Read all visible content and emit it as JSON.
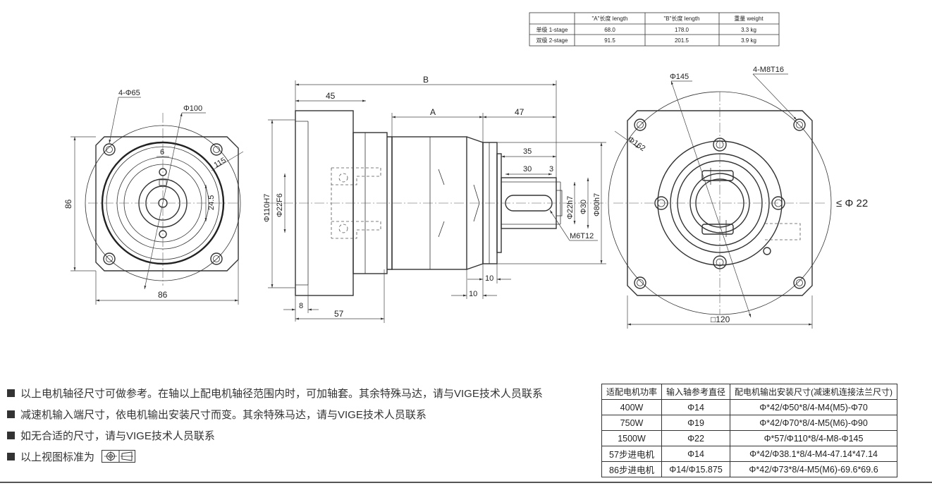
{
  "spec_table": {
    "headers": [
      "",
      "\"A\"长度 length",
      "\"B\"长度  length",
      "重量 weight"
    ],
    "rows": [
      [
        "单级 1-stage",
        "68.0",
        "178.0",
        "3.3 kg"
      ],
      [
        "双级 2-stage",
        "91.5",
        "201.5",
        "3.9 kg"
      ]
    ]
  },
  "left_view": {
    "hole_callout": "4-Φ65",
    "bore_dia": "Φ100",
    "key_width": "6",
    "pcd": "115",
    "shaft_height": "24.5",
    "height": "86",
    "width": "86"
  },
  "side_view": {
    "total_length": "B",
    "flange_length": "45",
    "body_length": "A",
    "shaft_length": "47",
    "key_length": "35",
    "key_slot_length": "30",
    "shaft_step": "3",
    "input_fit": "Φ110H7",
    "input_shaft": "Φ22F6",
    "output_shaft": "Φ22h7",
    "shoulder_dia": "Φ30",
    "pilot_dia": "Φ80h7",
    "center_thread": "M6T12",
    "pilot_len": "10",
    "flange_thick": "10",
    "rear_step": "8",
    "rear_len": "57"
  },
  "right_view": {
    "bolt_circle": "Φ145",
    "thread_callout": "4-M8T16",
    "diag": "Φ162",
    "input_max": "≤ Φ 22",
    "square": "□120"
  },
  "notes": [
    "以上电机轴径尺寸可做参考。在轴以上配电机轴径范围内时，可加轴套。其余特殊马达，请与VIGE技术人员联系",
    "减速机输入端尺寸，依电机输出安装尺寸而变。其余特殊马达，请与VIGE技术人员联系",
    "如无合适的尺寸，请与VIGE技术人员联系",
    "以上视图标准为"
  ],
  "projection_icon": "first-angle-projection-icon",
  "motor_table": {
    "headers": [
      "适配电机功率",
      "输入轴参考直径",
      "配电机输出安装尺寸(减速机连接法兰尺寸)"
    ],
    "rows": [
      [
        "400W",
        "Φ14",
        "Φ*42/Φ50*8/4-M4(M5)-Φ70"
      ],
      [
        "750W",
        "Φ19",
        "Φ*42/Φ70*8/4-M5(M6)-Φ90"
      ],
      [
        "1500W",
        "Φ22",
        "Φ*57/Φ110*8/4-M8-Φ145"
      ],
      [
        "57步进电机",
        "Φ14",
        "Φ*42/Φ38.1*8/4-M4-47.14*47.14"
      ],
      [
        "86步进电机",
        "Φ14/Φ15.875",
        "Φ*42/Φ73*8/4-M5(M6)-69.6*69.6"
      ]
    ]
  }
}
